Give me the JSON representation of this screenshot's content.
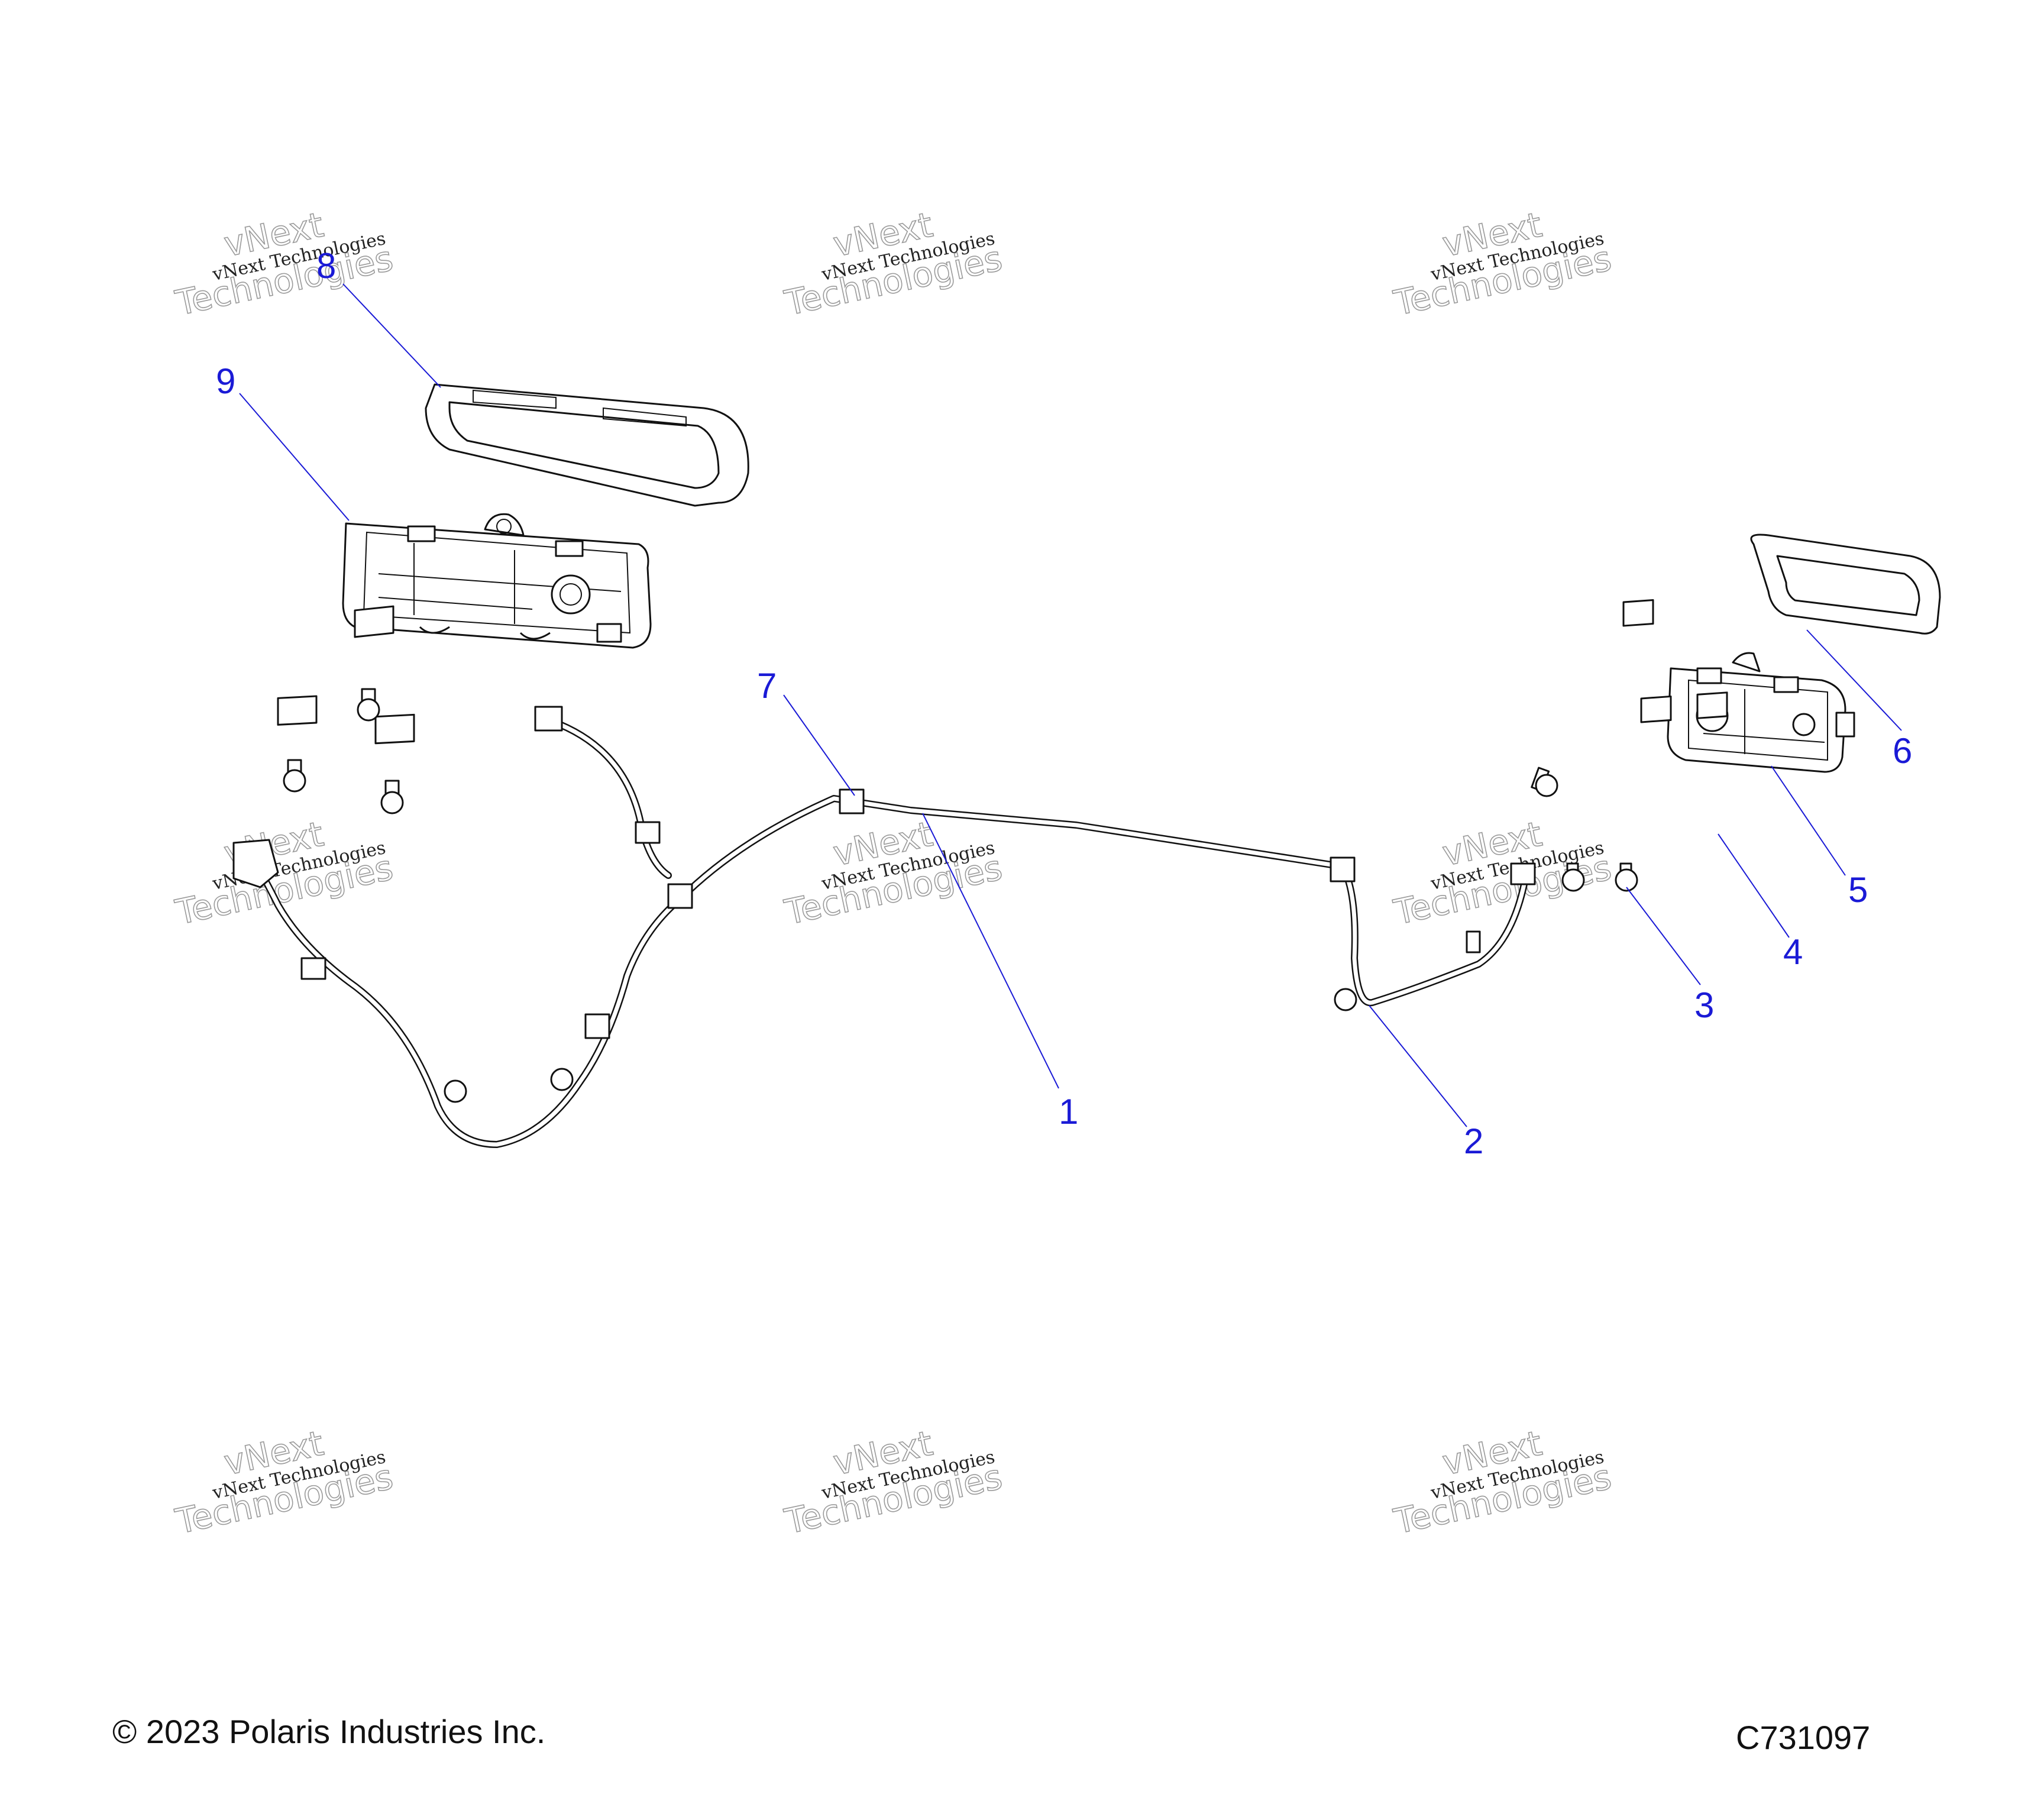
{
  "callouts": [
    {
      "label": "1"
    },
    {
      "label": "2"
    },
    {
      "label": "3"
    },
    {
      "label": "4"
    },
    {
      "label": "5"
    },
    {
      "label": "6"
    },
    {
      "label": "7"
    },
    {
      "label": "8"
    },
    {
      "label": "9"
    }
  ],
  "watermark": {
    "line_small": "vNext Technologies",
    "line_big_1": "vNext",
    "line_big_2": "Technologies"
  },
  "footer": {
    "copyright": "© 2023 Polaris Industries Inc.",
    "drawing_id": "C731097"
  },
  "colors": {
    "callout": "#1a1ad6",
    "line": "#111111"
  }
}
